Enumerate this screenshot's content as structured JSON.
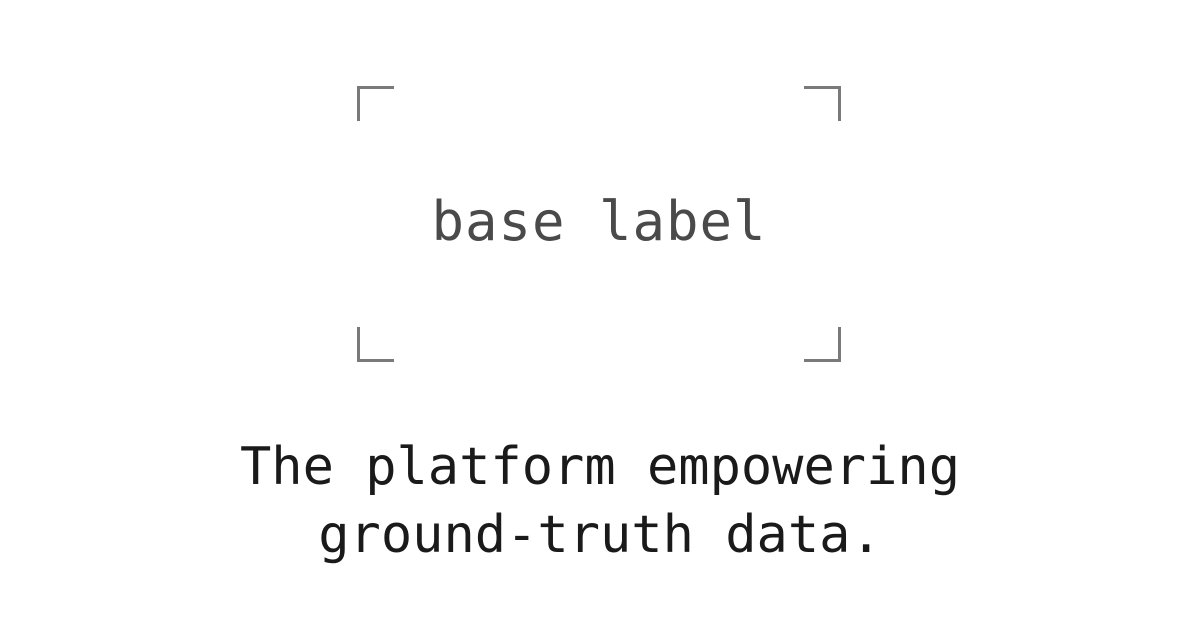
{
  "logo": {
    "text": "base label",
    "corner_color": "#7a7a7a"
  },
  "tagline": {
    "line1": "The platform empowering",
    "line2": "ground-truth data."
  }
}
